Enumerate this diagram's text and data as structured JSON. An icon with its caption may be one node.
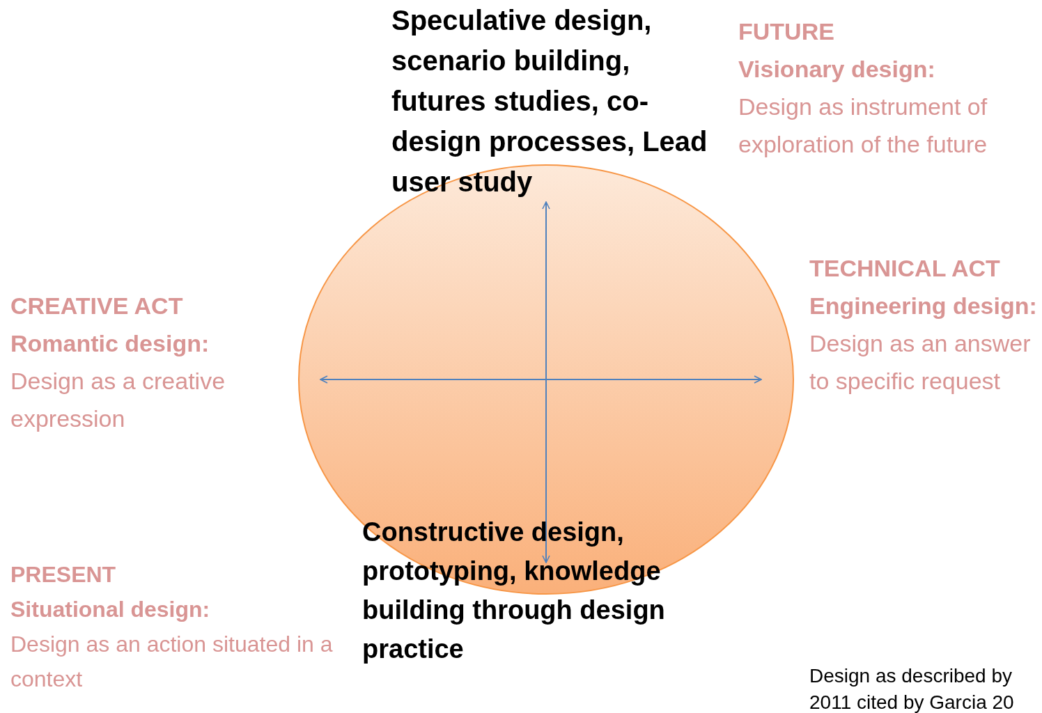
{
  "diagram": {
    "labels": [
      "FUTURE",
      "Visionary design:",
      "Design as instrument of exploration of the future",
      "Speculative design, scenario building, futures studies, co-design processes, Lead user study",
      "CREATIVE ACT",
      "Romantic design:",
      "Design as a creative expression",
      "TECHNICAL ACT",
      "Engineering design:",
      "Design as an answer to specific request",
      "Constructive design, prototyping, knowledge building through design practice",
      "PRESENT",
      "Situational design:",
      "Design as an action situated in a context",
      "Design as described by",
      "2011 cited by Garcia 20"
    ]
  }
}
